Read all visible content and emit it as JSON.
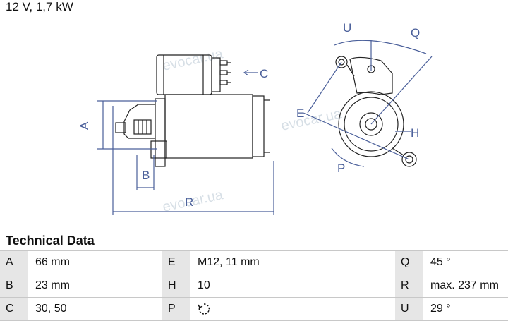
{
  "header": {
    "title": "12 V, 1,7 kW"
  },
  "diagram": {
    "labels": {
      "A": "A",
      "B": "B",
      "C": "C",
      "E": "E",
      "H": "H",
      "P": "P",
      "Q": "Q",
      "R": "R",
      "U": "U"
    },
    "watermark": "evocar.ua",
    "line_color": "#4a5f9a"
  },
  "technical_data": {
    "heading": "Technical Data",
    "rows": [
      [
        {
          "key": "A",
          "value": "66 mm"
        },
        {
          "key": "E",
          "value": "M12, 11 mm"
        },
        {
          "key": "Q",
          "value": "45 °"
        }
      ],
      [
        {
          "key": "B",
          "value": "23 mm"
        },
        {
          "key": "H",
          "value": "10"
        },
        {
          "key": "R",
          "value": "max. 237 mm"
        }
      ],
      [
        {
          "key": "C",
          "value": "30, 50"
        },
        {
          "key": "P",
          "value": "",
          "icon": "rotation-direction-icon"
        },
        {
          "key": "U",
          "value": "29 °"
        }
      ]
    ]
  }
}
